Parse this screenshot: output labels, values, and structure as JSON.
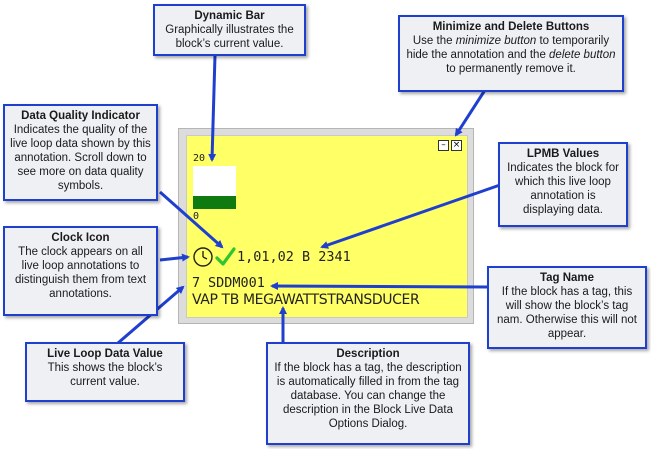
{
  "callouts": {
    "dynamic_bar": {
      "title": "Dynamic Bar",
      "body": "Graphically illustrates the block’s current value."
    },
    "min_delete": {
      "title": "Minimize and Delete Buttons",
      "body_1": "Use the ",
      "em_1": "minimize button",
      "body_2": " to temporarily hide the annotation and the ",
      "em_2": "delete button",
      "body_3": " to permanently remove it."
    },
    "data_quality": {
      "title": "Data Quality Indicator",
      "body": "Indicates the quality of the live loop data shown by this annotation. Scroll down to see more on data quality symbols."
    },
    "lpmb": {
      "title": "LPMB Values",
      "body": "Indicates the block for which this live loop annotation is displaying data."
    },
    "clock": {
      "title": "Clock Icon",
      "body": "The clock appears on all live loop annotations to distinguish them from text annotations."
    },
    "tag_name": {
      "title": "Tag Name",
      "body": "If the block has a tag, this will show the block’s tag nam. Otherwise this will not appear."
    },
    "live_value": {
      "title": "Live Loop Data Value",
      "body": "This shows the block’s current value."
    },
    "description": {
      "title": "Description",
      "body": "If the block has a tag, the description is automatically filled in from the tag database. You can change the description in the Block Live Data Options Dialog."
    }
  },
  "annotation": {
    "bar_max": "20",
    "bar_min": "0",
    "bar_level": 0.3,
    "minimize_glyph": "–",
    "delete_glyph": "×",
    "lpmb_value": "1,01,02 B 2341",
    "live_value": "7",
    "tag_name": "SDDM001",
    "description": "VAP TB MEGAWATTSTRANSDUCER"
  },
  "colors": {
    "callout_border": "#1f3fcf",
    "callout_bg": "#eef0f4",
    "arrow": "#1f3fcf",
    "panel_bg": "#ffff66",
    "bar_fill": "#0f7a0f",
    "check": "#2ec52e"
  },
  "icons": [
    "clock-icon",
    "checkmark-icon",
    "minimize-icon",
    "delete-icon"
  ]
}
